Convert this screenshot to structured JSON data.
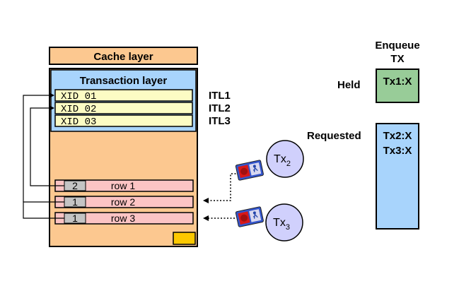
{
  "block": {
    "cache_layer": "Cache layer",
    "transaction_layer": "Transaction layer",
    "xid_slots": [
      "XID 01",
      "XID 02",
      "XID 03"
    ],
    "itl_labels": [
      "ITL1",
      "ITL2",
      "ITL3"
    ],
    "rows": [
      {
        "lock": "2",
        "label": "row 1"
      },
      {
        "lock": "1",
        "label": "row 2"
      },
      {
        "lock": "1",
        "label": "row 3"
      }
    ]
  },
  "enqueue": {
    "title_line1": "Enqueue",
    "title_line2": "TX",
    "held_label": "Held",
    "held_value": "Tx1:X",
    "requested_label": "Requested",
    "requested_values": [
      "Tx2:X",
      "Tx3:X"
    ]
  },
  "transactions": [
    {
      "base": "Tx",
      "sub": "2"
    },
    {
      "base": "Tx",
      "sub": "3"
    }
  ],
  "colors": {
    "block_fill": "#fcc890",
    "transaction_layer_fill": "#a8d4fc",
    "xid_fill": "#fcfcc4",
    "row_fill": "#fcc4c4",
    "lock_fill": "#c4c4c4",
    "held_fill": "#98cc98",
    "requested_fill": "#a8d4fc",
    "tx_circle_fill": "#d0d0fc",
    "corner_fill": "#fcc800"
  },
  "icons": [
    "wait-sign-icon",
    "wait-sign-icon"
  ]
}
